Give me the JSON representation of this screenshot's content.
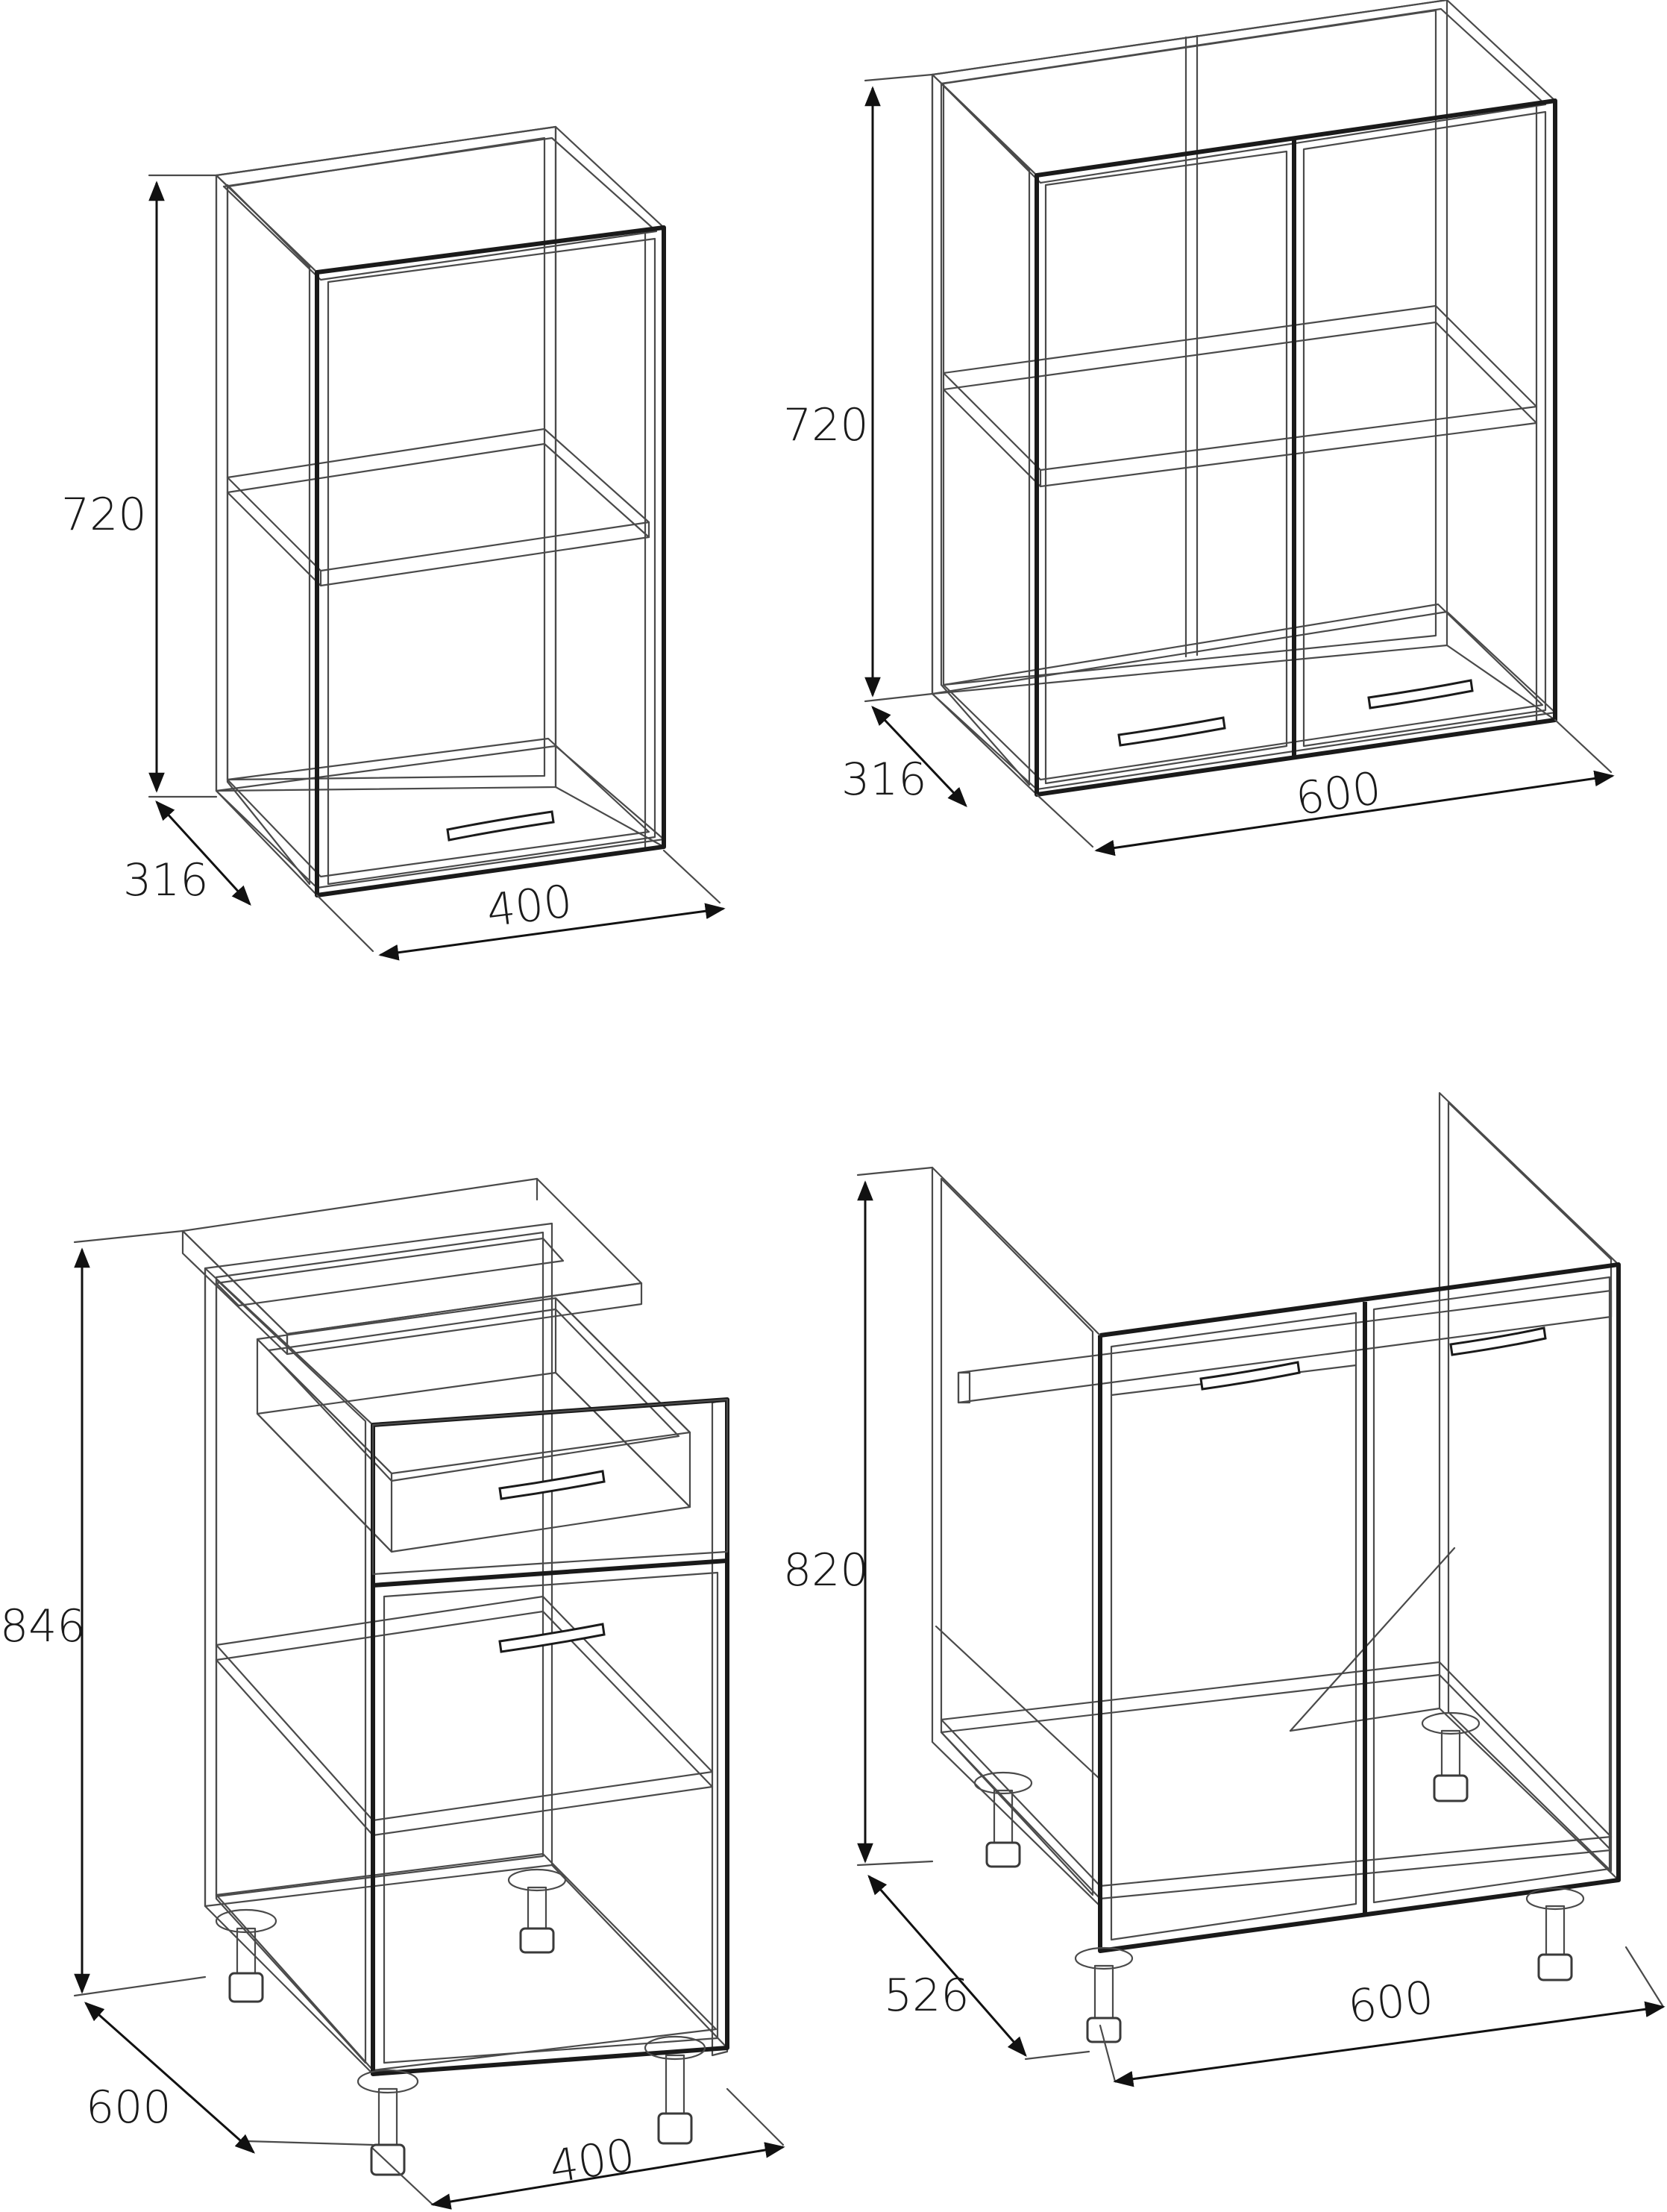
{
  "drawings": [
    {
      "id": "wall-cabinet-400",
      "dims": {
        "height": "720",
        "depth": "316",
        "width": "400"
      }
    },
    {
      "id": "wall-cabinet-600",
      "dims": {
        "height": "720",
        "depth": "316",
        "width": "600"
      }
    },
    {
      "id": "base-cabinet-400-drawer",
      "dims": {
        "height": "846",
        "depth": "600",
        "width": "400"
      }
    },
    {
      "id": "sink-base-cabinet-600",
      "dims": {
        "height": "820",
        "depth": "526",
        "width": "600"
      }
    }
  ],
  "colors": {
    "line": "#4a4a4a",
    "edge": "#1a1a1a",
    "background": "#ffffff"
  }
}
